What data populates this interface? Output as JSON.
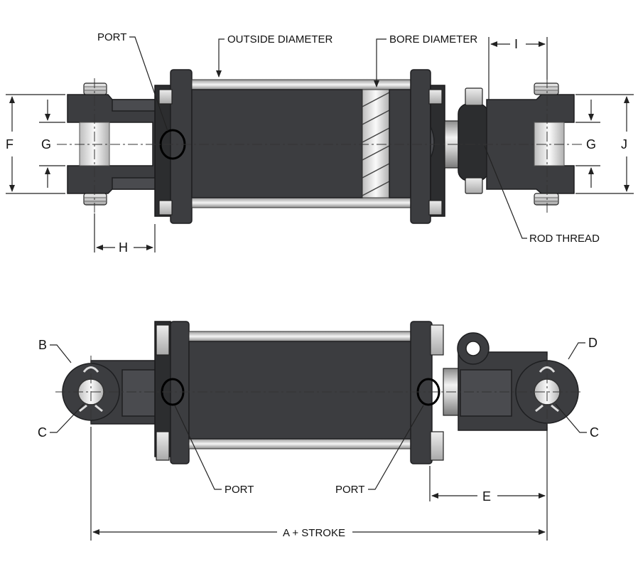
{
  "labels": {
    "port": "PORT",
    "outside_diameter": "OUTSIDE DIAMETER",
    "bore_diameter": "BORE DIAMETER",
    "rod_thread": "ROD THREAD",
    "f": "F",
    "g": "G",
    "h": "H",
    "i": "I",
    "j": "J",
    "b": "B",
    "c": "C",
    "d": "D",
    "e": "E",
    "a_stroke": "A + STROKE"
  },
  "colors": {
    "body": "#3c3d40",
    "chrome": "#d8d8d8",
    "line": "#222222"
  }
}
